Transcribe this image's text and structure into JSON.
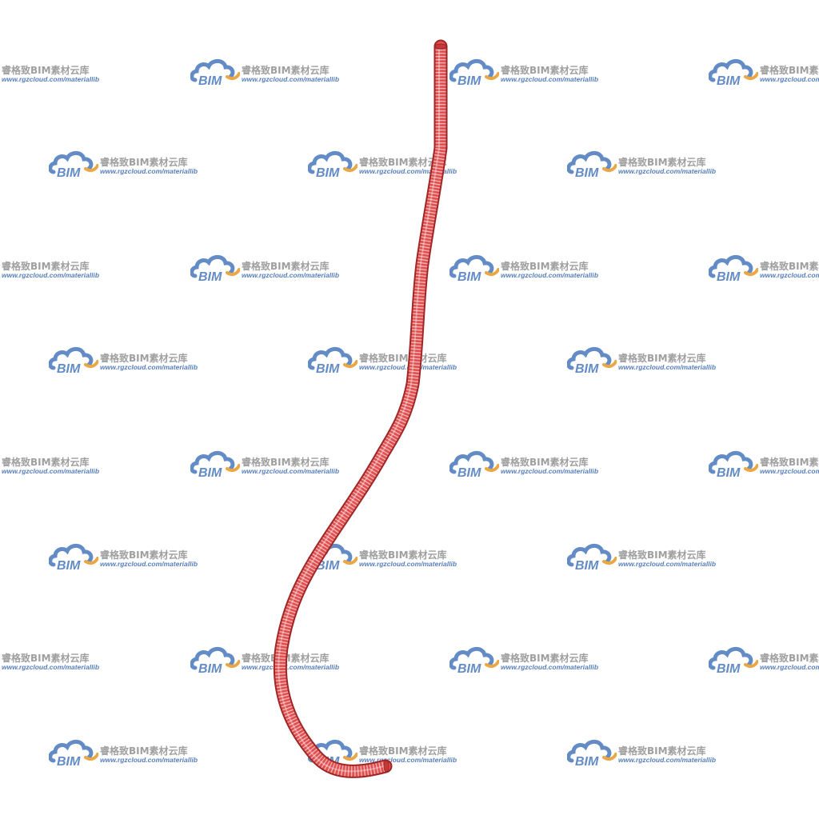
{
  "watermark": {
    "logo_text": "BIM",
    "brand": "睿格致BIM素材云库",
    "url": "www.rgzcloud.com/materiallib",
    "logo_icon": "cloud-icon",
    "colors": {
      "cloud": "#5b86c4",
      "swoosh": "#e9a33b",
      "brand_text": "#9a9a9a",
      "url_text": "#4f79b8"
    }
  },
  "object": {
    "name": "flexible-corrugated-hose",
    "color": "#d94545",
    "highlight": "#ef8a8a",
    "shadow": "#9e2626"
  }
}
